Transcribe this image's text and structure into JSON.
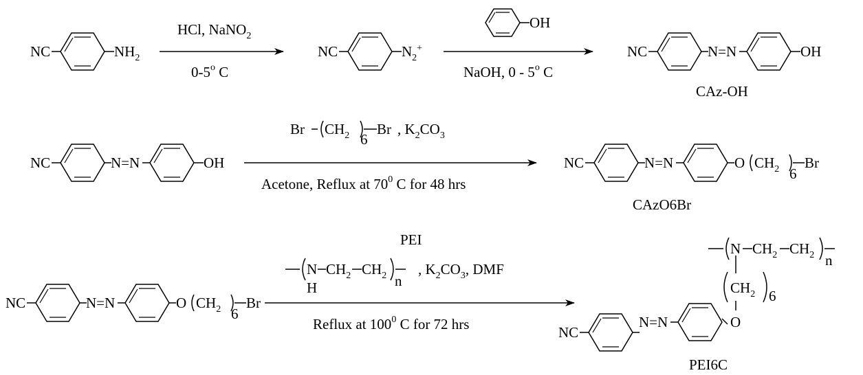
{
  "row1": {
    "start": {
      "left": "NC",
      "right": "NH",
      "right_sub": "2"
    },
    "step1": {
      "reagent": "HCl, NaNO",
      "reagent_sub": "2",
      "condition": "0-5",
      "condition_sup": "o",
      "condition_unit": " C"
    },
    "diazonium": {
      "left": "NC",
      "right": "N",
      "right_sub": "2",
      "right_sup": "+"
    },
    "step2": {
      "reagent_group": "OH",
      "condition": "NaOH, 0 - 5",
      "condition_sup": "o",
      "condition_unit": " C"
    },
    "product": {
      "left": "NC",
      "azo": "N=N",
      "right": "OH",
      "name": "CAz-OH"
    }
  },
  "row2": {
    "start": {
      "left": "NC",
      "azo": "N=N",
      "right": "OH"
    },
    "step": {
      "reagent_left": "Br",
      "reagent_chain": "CH",
      "reagent_chain_sub": "2",
      "reagent_repeat": "6",
      "reagent_right": "Br",
      "reagent_extra": ",  K",
      "reagent_extra_sub": "2",
      "reagent_extra_tail": "CO",
      "reagent_extra_sub2": "3",
      "condition": "Acetone, Reflux at 70",
      "condition_sup": "0",
      "condition_unit": " C for 48 hrs"
    },
    "product": {
      "left": "NC",
      "azo": "N=N",
      "ether": "O",
      "chain": "CH",
      "chain_sub": "2",
      "repeat": "6",
      "end": "Br",
      "name": "CAzO6Br"
    }
  },
  "row3": {
    "start": {
      "left": "NC",
      "azo": "N=N",
      "ether": "O",
      "chain": "CH",
      "chain_sub": "2",
      "repeat": "6",
      "end": "Br"
    },
    "step": {
      "polymer_name": "PEI",
      "polymer_n": "N",
      "polymer_h": "H",
      "polymer_ch2a": "CH",
      "polymer_ch2a_sub": "2",
      "polymer_ch2b": "CH",
      "polymer_ch2b_sub": "2",
      "polymer_repeat": "n",
      "extra": ",  K",
      "extra_sub": "2",
      "extra_tail": "CO",
      "extra_sub2": "3",
      "extra_solvent": ",  DMF",
      "condition": "Reflux at 100",
      "condition_sup": "0",
      "condition_unit": " C for 72 hrs"
    },
    "product": {
      "n": "N",
      "ch2a": "CH",
      "ch2a_sub": "2",
      "ch2b": "CH",
      "ch2b_sub": "2",
      "repeat_n": "n",
      "side_chain": "CH",
      "side_chain_sub": "2",
      "side_repeat": "6",
      "ether": "O",
      "left": "NC",
      "azo": "N=N",
      "name": "PEI6C"
    }
  }
}
